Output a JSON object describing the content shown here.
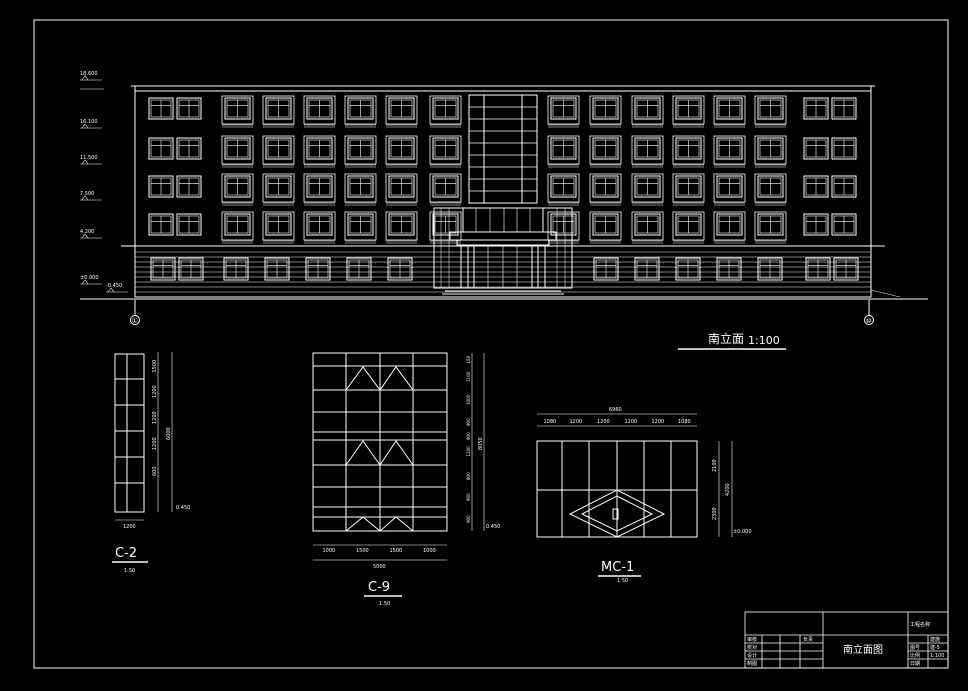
{
  "main_elevation": {
    "title": "南立面",
    "scale": "1:100",
    "axis_left": "①",
    "axis_right": "⑩",
    "levels": [
      "18.600",
      "16.100",
      "11.500",
      "7.500",
      "4.200",
      "±0.000",
      "-0.450"
    ]
  },
  "details": [
    {
      "id": "c2",
      "title": "C-2",
      "scale": "1:50",
      "dims_right": [
        "1500",
        "1200",
        "1200",
        "1200",
        "600"
      ],
      "dim_total": "6000",
      "dim_bottom": "1200",
      "level": "0.450"
    },
    {
      "id": "c9",
      "title": "C-9",
      "scale": "1:50",
      "dims_bottom": [
        "1000",
        "1500",
        "1500",
        "1000"
      ],
      "dim_total_bottom": "5000",
      "dims_right": [
        "150",
        "1100",
        "1000",
        "900",
        "900",
        "1100",
        "800",
        "900",
        "900"
      ],
      "dim_total_right": "8050",
      "level": "0.450"
    },
    {
      "id": "mc1",
      "title": "MC-1",
      "scale": "1:50",
      "dims_top": [
        "1080",
        "1200",
        "1200",
        "1200",
        "1200",
        "1080"
      ],
      "dim_total_top": "6960",
      "dims_right": [
        "2100",
        "2300"
      ],
      "dim_total_right": "4200",
      "level": "±0.000"
    }
  ],
  "title_block": {
    "drawing_name": "南立面图",
    "left_labels": [
      "审核",
      "校对",
      "设计",
      "制图"
    ],
    "mid_label": "负责",
    "right_labels": [
      "图号",
      "比例",
      "日期"
    ],
    "right_values": [
      "建施",
      "建-5",
      "1:100"
    ],
    "top_label": "工程名称"
  }
}
